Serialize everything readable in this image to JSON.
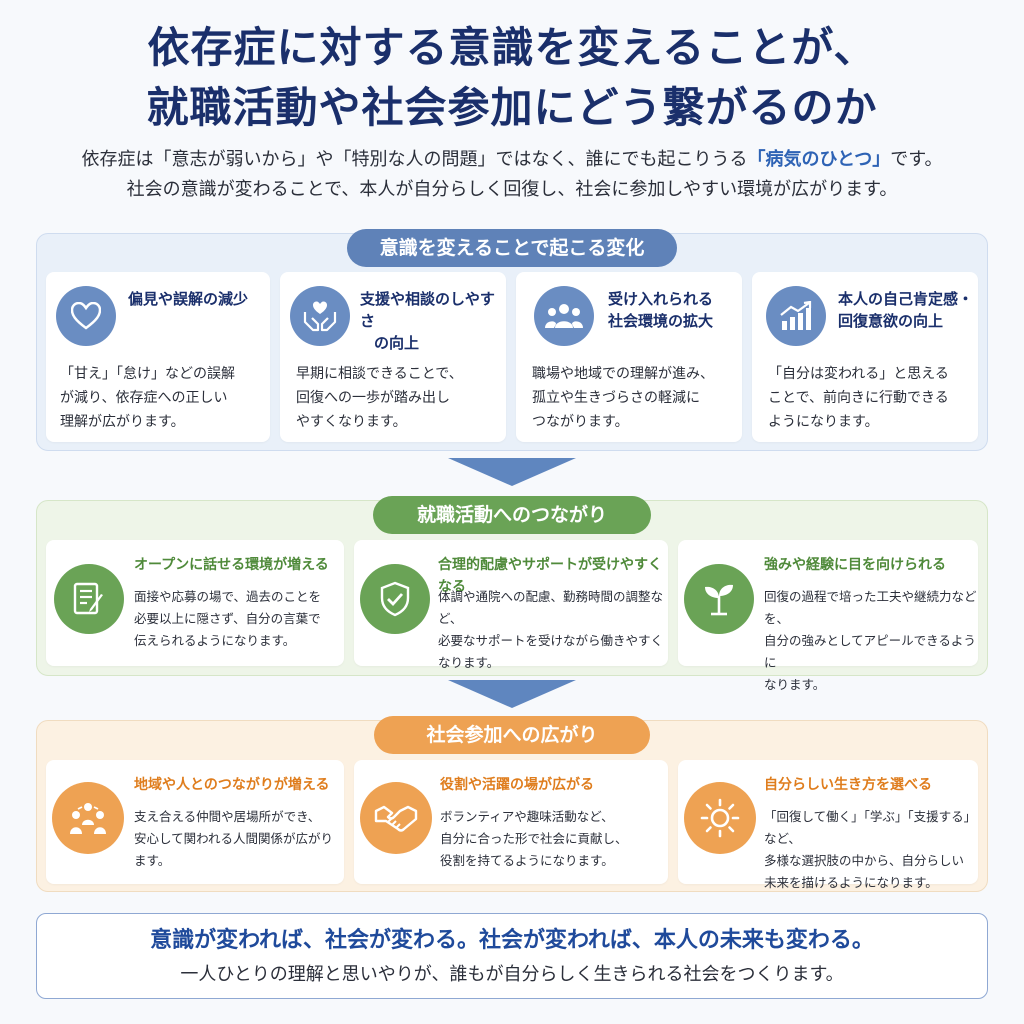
{
  "header": {
    "title_line1": "依存症に対する意識を変えることが、",
    "title_line2": "就職活動や社会参加にどう繋がるのか",
    "intro_line1_a": "依存症は「意志が弱いから」や「特別な人の問題」ではなく、誰にでも起こりうる",
    "intro_line1_highlight": "「病気のひとつ」",
    "intro_line1_b": "です。",
    "intro_line2": "社会の意識が変わることで、本人が自分らしく回復し、社会に参加しやすい環境が広がります。"
  },
  "section1": {
    "label": "意識を変えることで起こる変化",
    "cards": [
      {
        "title": "偏見や誤解の減少",
        "body": [
          "「甘え」「怠け」などの誤解",
          "が減り、依存症への正しい",
          "理解が広がります。"
        ],
        "icon": "heart-icon"
      },
      {
        "title_lines": [
          "支援や相談のしやすさ",
          "の向上"
        ],
        "body": [
          "早期に相談できることで、",
          "回復への一歩が踏み出し",
          "やすくなります。"
        ],
        "icon": "hands-heart-icon"
      },
      {
        "title_lines": [
          "受け入れられる",
          "社会環境の拡大"
        ],
        "body": [
          "職場や地域での理解が進み、",
          "孤立や生きづらさの軽減に",
          "つながります。"
        ],
        "icon": "people-group-icon"
      },
      {
        "title_lines": [
          "本人の自己肯定感・",
          "回復意欲の向上"
        ],
        "body": [
          "「自分は変われる」と思える",
          "ことで、前向きに行動できる",
          "ようになります。"
        ],
        "icon": "growth-chart-icon"
      }
    ]
  },
  "section2": {
    "label": "就職活動へのつながり",
    "cards": [
      {
        "title": "オープンに話せる環境が増える",
        "body": [
          "面接や応募の場で、過去のことを",
          "必要以上に隠さず、自分の言葉で",
          "伝えられるようになります。"
        ],
        "icon": "document-pen-icon"
      },
      {
        "title": "合理的配慮やサポートが受けやすくなる",
        "body": [
          "体調や通院への配慮、勤務時間の調整など、",
          "必要なサポートを受けながら働きやすく",
          "なります。"
        ],
        "icon": "shield-check-icon"
      },
      {
        "title": "強みや経験に目を向けられる",
        "body": [
          "回復の過程で培った工夫や継続力などを、",
          "自分の強みとしてアピールできるように",
          "なります。"
        ],
        "icon": "sprout-icon"
      }
    ]
  },
  "section3": {
    "label": "社会参加への広がり",
    "cards": [
      {
        "title": "地域や人とのつながりが増える",
        "body": [
          "支え合える仲間や居場所ができ、",
          "安心して関われる人間関係が広がり",
          "ます。"
        ],
        "icon": "community-icon"
      },
      {
        "title": "役割や活躍の場が広がる",
        "body": [
          "ボランティアや趣味活動など、",
          "自分に合った形で社会に貢献し、",
          "役割を持てるようになります。"
        ],
        "icon": "handshake-icon"
      },
      {
        "title": "自分らしい生き方を選べる",
        "body": [
          "「回復して働く」「学ぶ」「支援する」など、",
          "多様な選択肢の中から、自分らしい",
          "未来を描けるようになります。"
        ],
        "icon": "sun-icon"
      }
    ]
  },
  "footer": {
    "line1": "意識が変われば、社会が変わる。社会が変われば、本人の未来も変わる。",
    "line2": "一人ひとりの理解と思いやりが、誰もが自分らしく生きられる社会をつくります。"
  },
  "colors": {
    "title": "#1a2f6b",
    "highlight": "#2e63b5",
    "blue": "#5f82b8",
    "green": "#6aa356",
    "orange": "#eea253"
  }
}
